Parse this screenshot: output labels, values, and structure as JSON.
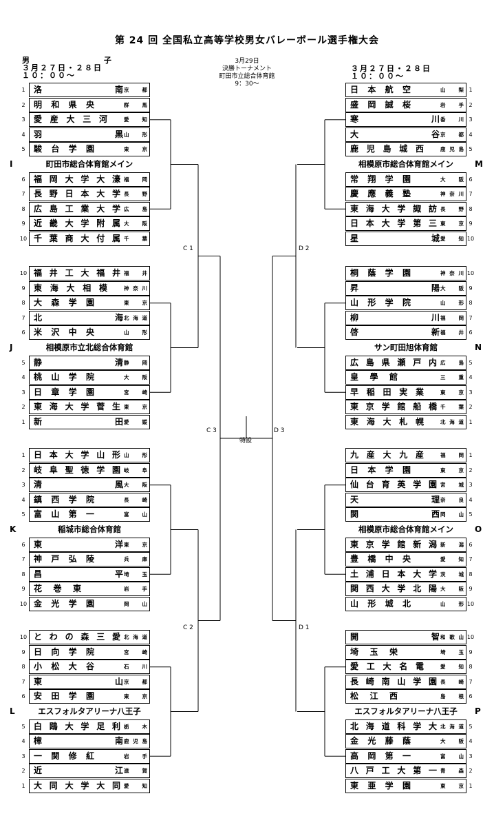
{
  "title": "第 24 回 全国私立高等学校男女バレーボール選手権大会",
  "left_header": {
    "gender": "男 子",
    "date": "３月２７日・２８日",
    "time": "１０：００～"
  },
  "right_header": {
    "date": "３月２７日・２８日",
    "time": "１０：００～"
  },
  "center_info": {
    "date": "3月29日",
    "name": "決勝トーナメント",
    "venue": "町田市立総合体育館",
    "time": "9：30～"
  },
  "labels": {
    "c1": "C 1",
    "c2": "C 2",
    "c3": "C 3",
    "d1": "D 1",
    "d2": "D 2",
    "d3": "D 3",
    "special": "特設"
  },
  "blocks": [
    {
      "letter": "I",
      "venue": "町田市総合体育館メイン",
      "teams": [
        {
          "seed": "1",
          "name": "洛南",
          "pref": "京都"
        },
        {
          "seed": "2",
          "name": "明和県央",
          "pref": "群馬"
        },
        {
          "seed": "3",
          "name": "愛産大三河",
          "pref": "愛知"
        },
        {
          "seed": "4",
          "name": "羽黒",
          "pref": "山形"
        },
        {
          "seed": "5",
          "name": "駿台学園",
          "pref": "東京"
        },
        {
          "seed": "6",
          "name": "福岡大学大濠",
          "pref": "福岡"
        },
        {
          "seed": "7",
          "name": "長野日本大学",
          "pref": "長野"
        },
        {
          "seed": "8",
          "name": "広島工業大学",
          "pref": "広島"
        },
        {
          "seed": "9",
          "name": "近畿大学附属",
          "pref": "大阪"
        },
        {
          "seed": "10",
          "name": "千葉商大付属",
          "pref": "千葉"
        }
      ]
    },
    {
      "letter": "J",
      "venue": "相模原市立北総合体育館",
      "teams": [
        {
          "seed": "10",
          "name": "福井工大福井",
          "pref": "福井"
        },
        {
          "seed": "9",
          "name": "東海大相模",
          "pref": "神奈川"
        },
        {
          "seed": "8",
          "name": "大森学園",
          "pref": "東京"
        },
        {
          "seed": "7",
          "name": "北海",
          "pref": "北海道"
        },
        {
          "seed": "6",
          "name": "米沢中央",
          "pref": "山形"
        },
        {
          "seed": "5",
          "name": "静清",
          "pref": "静岡"
        },
        {
          "seed": "4",
          "name": "桃山学院",
          "pref": "大阪"
        },
        {
          "seed": "3",
          "name": "日章学園",
          "pref": "宮崎"
        },
        {
          "seed": "2",
          "name": "東海大学菅生",
          "pref": "東京"
        },
        {
          "seed": "1",
          "name": "新田",
          "pref": "愛媛"
        }
      ]
    },
    {
      "letter": "K",
      "venue": "稲城市総合体育館",
      "teams": [
        {
          "seed": "1",
          "name": "日本大学山形",
          "pref": "山形"
        },
        {
          "seed": "2",
          "name": "岐阜聖徳学園",
          "pref": "岐阜"
        },
        {
          "seed": "3",
          "name": "清風",
          "pref": "大阪"
        },
        {
          "seed": "4",
          "name": "鎮西学院",
          "pref": "長崎"
        },
        {
          "seed": "5",
          "name": "富山第一",
          "pref": "富山"
        },
        {
          "seed": "6",
          "name": "東洋",
          "pref": "東京"
        },
        {
          "seed": "7",
          "name": "神戸弘陵",
          "pref": "兵庫"
        },
        {
          "seed": "8",
          "name": "昌平",
          "pref": "埼玉"
        },
        {
          "seed": "9",
          "name": "花巻東",
          "pref": "岩手"
        },
        {
          "seed": "10",
          "name": "金光学園",
          "pref": "岡山"
        }
      ]
    },
    {
      "letter": "L",
      "venue": "エスフォルタアリーナ八王子",
      "teams": [
        {
          "seed": "10",
          "name": "とわの森三愛",
          "pref": "北海道"
        },
        {
          "seed": "9",
          "name": "日向学院",
          "pref": "宮崎"
        },
        {
          "seed": "8",
          "name": "小松大谷",
          "pref": "石川"
        },
        {
          "seed": "7",
          "name": "東山",
          "pref": "京都"
        },
        {
          "seed": "6",
          "name": "安田学園",
          "pref": "東京"
        },
        {
          "seed": "5",
          "name": "白鴎大学足利",
          "pref": "栃木"
        },
        {
          "seed": "4",
          "name": "樟南",
          "pref": "鹿児島"
        },
        {
          "seed": "3",
          "name": "一関修紅",
          "pref": "岩手"
        },
        {
          "seed": "2",
          "name": "近江",
          "pref": "滋賀"
        },
        {
          "seed": "1",
          "name": "大同大学大同",
          "pref": "愛知"
        }
      ]
    },
    {
      "letter": "M",
      "venue": "相模原市総合体育館メイン",
      "teams": [
        {
          "seed": "1",
          "name": "日本航空",
          "pref": "山梨"
        },
        {
          "seed": "2",
          "name": "盛岡誠桜",
          "pref": "岩手"
        },
        {
          "seed": "3",
          "name": "寒川",
          "pref": "香川"
        },
        {
          "seed": "4",
          "name": "大谷",
          "pref": "京都"
        },
        {
          "seed": "5",
          "name": "鹿児島城西",
          "pref": "鹿児島"
        },
        {
          "seed": "6",
          "name": "常翔学園",
          "pref": "大阪"
        },
        {
          "seed": "7",
          "name": "慶應義塾",
          "pref": "神奈川"
        },
        {
          "seed": "8",
          "name": "東海大学諏訪",
          "pref": "長野"
        },
        {
          "seed": "9",
          "name": "日本大学第三",
          "pref": "東京"
        },
        {
          "seed": "10",
          "name": "星城",
          "pref": "愛知"
        }
      ]
    },
    {
      "letter": "N",
      "venue": "サン町田旭体育館",
      "teams": [
        {
          "seed": "10",
          "name": "桐蔭学園",
          "pref": "神奈川"
        },
        {
          "seed": "9",
          "name": "昇陽",
          "pref": "大阪"
        },
        {
          "seed": "8",
          "name": "山形学院",
          "pref": "山形"
        },
        {
          "seed": "7",
          "name": "柳川",
          "pref": "福岡"
        },
        {
          "seed": "6",
          "name": "啓新",
          "pref": "福井"
        },
        {
          "seed": "5",
          "name": "広島県瀬戸内",
          "pref": "広島"
        },
        {
          "seed": "4",
          "name": "皇學館",
          "pref": "三重"
        },
        {
          "seed": "3",
          "name": "早稲田実業",
          "pref": "東京"
        },
        {
          "seed": "2",
          "name": "東京学館船橋",
          "pref": "千葉"
        },
        {
          "seed": "1",
          "name": "東海大札幌",
          "pref": "北海道"
        }
      ]
    },
    {
      "letter": "O",
      "venue": "相模原市総合体育館メイン",
      "teams": [
        {
          "seed": "1",
          "name": "九産大九産",
          "pref": "福岡"
        },
        {
          "seed": "2",
          "name": "日本学園",
          "pref": "東京"
        },
        {
          "seed": "3",
          "name": "仙台育英学園",
          "pref": "宮城"
        },
        {
          "seed": "4",
          "name": "天理",
          "pref": "奈良"
        },
        {
          "seed": "5",
          "name": "関西",
          "pref": "岡山"
        },
        {
          "seed": "6",
          "name": "東京学館新潟",
          "pref": "新潟"
        },
        {
          "seed": "7",
          "name": "豊橋中央",
          "pref": "愛知"
        },
        {
          "seed": "8",
          "name": "土浦日本大学",
          "pref": "茨城"
        },
        {
          "seed": "9",
          "name": "関西大学北陽",
          "pref": "大阪"
        },
        {
          "seed": "10",
          "name": "山形城北",
          "pref": "山形"
        }
      ]
    },
    {
      "letter": "P",
      "venue": "エスフォルタアリーナ八王子",
      "teams": [
        {
          "seed": "10",
          "name": "開智",
          "pref": "和歌山"
        },
        {
          "seed": "9",
          "name": "埼玉栄",
          "pref": "埼玉"
        },
        {
          "seed": "8",
          "name": "愛工大名電",
          "pref": "愛知"
        },
        {
          "seed": "7",
          "name": "長崎南山学園",
          "pref": "長崎"
        },
        {
          "seed": "6",
          "name": "松江西",
          "pref": "島根"
        },
        {
          "seed": "5",
          "name": "北海道科学大",
          "pref": "北海道"
        },
        {
          "seed": "4",
          "name": "金光藤蔭",
          "pref": "大阪"
        },
        {
          "seed": "3",
          "name": "高岡第一",
          "pref": "富山"
        },
        {
          "seed": "2",
          "name": "八戸工大第一",
          "pref": "青森"
        },
        {
          "seed": "1",
          "name": "東亜学園",
          "pref": "東京"
        }
      ]
    }
  ]
}
